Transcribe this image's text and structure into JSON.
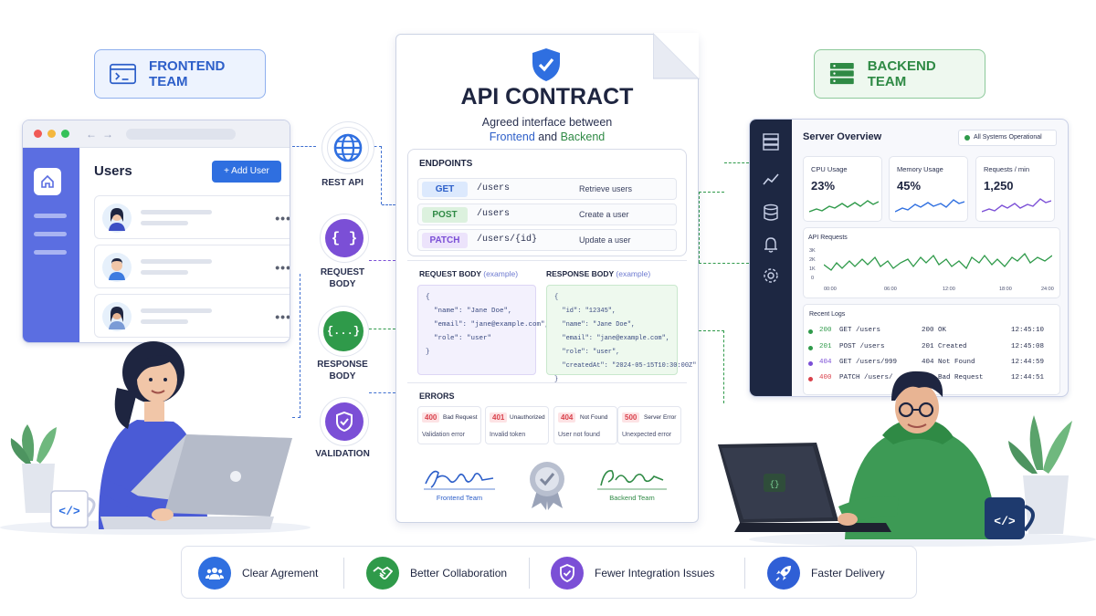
{
  "colors": {
    "frontend": "#2d5fc9",
    "backend": "#2f8a45",
    "get": "#dce9fd",
    "post": "#dcf1de",
    "patch": "#ece3fb",
    "error": "#d9414b"
  },
  "frontend_badge": {
    "label": "FRONTEND TEAM",
    "icon": "code-window-icon"
  },
  "backend_badge": {
    "label": "BACKEND TEAM",
    "icon": "server-stack-icon"
  },
  "fe_app": {
    "title": "Users",
    "add_button": "+ Add User",
    "more": "•••"
  },
  "middle": {
    "rest": {
      "label": "REST API",
      "icon": "globe-icon"
    },
    "request": {
      "label": "REQUEST\nBODY",
      "icon": "{ }"
    },
    "response": {
      "label": "RESPONSE\nBODY",
      "icon": "{...}"
    },
    "validation": {
      "label": "VALIDATION",
      "icon": "shield-check-icon"
    }
  },
  "contract": {
    "title": "API CONTRACT",
    "subtitle_1": "Agreed interface between",
    "subtitle_fe": "Frontend",
    "subtitle_and": "and",
    "subtitle_be": "Backend",
    "endpoints_title": "ENDPOINTS",
    "endpoints": [
      {
        "method": "GET",
        "path": "/users",
        "desc": "Retrieve users"
      },
      {
        "method": "POST",
        "path": "/users",
        "desc": "Create a user"
      },
      {
        "method": "PATCH",
        "path": "/users/{id}",
        "desc": "Update a user"
      }
    ],
    "request_title": "REQUEST BODY",
    "request_hint": "(example)",
    "request_code": "{\n  \"name\": \"Jane Doe\",\n  \"email\": \"jane@example.com\",\n  \"role\": \"user\"\n}",
    "response_title": "RESPONSE BODY",
    "response_hint": "(example)",
    "response_code": "{\n  \"id\": \"12345\",\n  \"name\": \"Jane Doe\",\n  \"email\": \"jane@example.com\",\n  \"role\": \"user\",\n  \"createdAt\": \"2024-05-15T10:30:00Z\"\n}",
    "errors_title": "ERRORS",
    "errors": [
      {
        "code": "400",
        "name": "Bad Request",
        "desc": "Validation error"
      },
      {
        "code": "401",
        "name": "Unauthorized",
        "desc": "Invalid token"
      },
      {
        "code": "404",
        "name": "Not Found",
        "desc": "User not found"
      },
      {
        "code": "500",
        "name": "Server Error",
        "desc": "Unexpected error"
      }
    ],
    "sign_fe": "Frontend Team",
    "sign_be": "Backend Team"
  },
  "dashboard": {
    "title": "Server Overview",
    "status": "All Systems Operational",
    "metrics": [
      {
        "label": "CPU Usage",
        "value": "23%"
      },
      {
        "label": "Memory Usage",
        "value": "45%"
      },
      {
        "label": "Requests / min",
        "value": "1,250"
      }
    ],
    "api_title": "API Requests",
    "y_ticks": [
      "3K",
      "2K",
      "1K",
      "0"
    ],
    "x_ticks": [
      "00:00",
      "06:00",
      "12:00",
      "18:00",
      "24:00"
    ],
    "logs_title": "Recent Logs",
    "logs": [
      {
        "code": "200",
        "req": "GET /users",
        "status": "200 OK",
        "time": "12:45:10",
        "color": "#2f9a4a"
      },
      {
        "code": "201",
        "req": "POST /users",
        "status": "201 Created",
        "time": "12:45:08",
        "color": "#2f9a4a"
      },
      {
        "code": "404",
        "req": "GET /users/999",
        "status": "404 Not Found",
        "time": "12:44:59",
        "color": "#7b4fd6"
      },
      {
        "code": "400",
        "req": "PATCH /users/",
        "status": "400 Bad Request",
        "time": "12:44:51",
        "color": "#d9414b"
      }
    ]
  },
  "benefits": [
    {
      "label": "Clear Agrement",
      "color": "#2f6fe0",
      "icon": "people-icon"
    },
    {
      "label": "Better Collaboration",
      "color": "#2f9a4a",
      "icon": "handshake-icon"
    },
    {
      "label": "Fewer Integration Issues",
      "color": "#7b4fd6",
      "icon": "shield-check-icon"
    },
    {
      "label": "Faster Delivery",
      "color": "#2f5fd6",
      "icon": "rocket-icon"
    }
  ],
  "mug_label": "</>"
}
